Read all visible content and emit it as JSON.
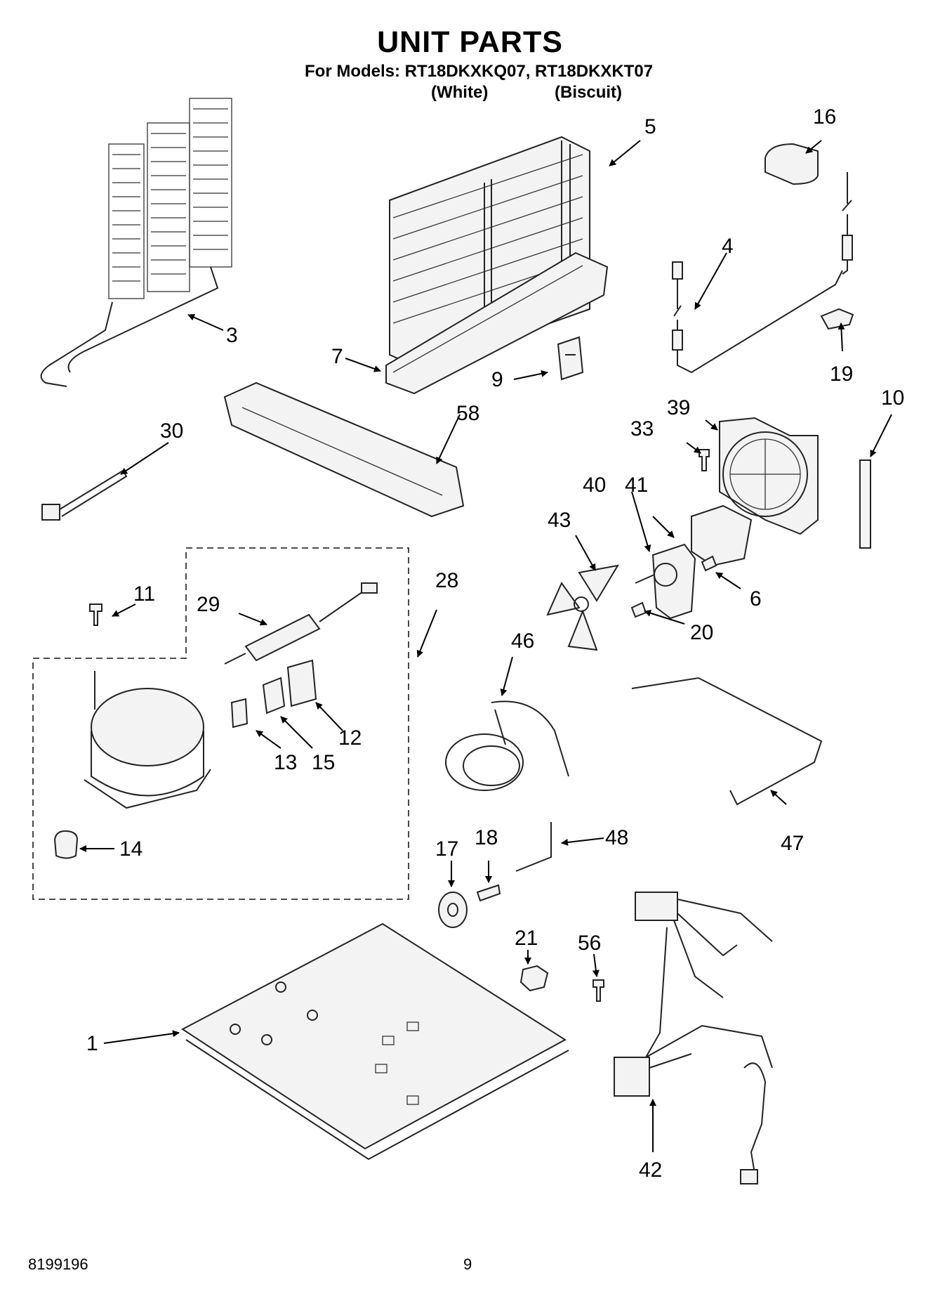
{
  "header": {
    "title": "UNIT PARTS",
    "models_line": "For Models: RT18DKXKQ07, RT18DKXKT07",
    "color_white": "(White)",
    "color_biscuit": "(Biscuit)"
  },
  "footer": {
    "doc_number": "8199196",
    "page_number": "9"
  },
  "callouts": {
    "c1": "1",
    "c3": "3",
    "c4": "4",
    "c5": "5",
    "c6": "6",
    "c7": "7",
    "c9": "9",
    "c10": "10",
    "c11": "11",
    "c12": "12",
    "c13": "13",
    "c14": "14",
    "c15": "15",
    "c16": "16",
    "c17": "17",
    "c18": "18",
    "c19": "19",
    "c20": "20",
    "c21": "21",
    "c28": "28",
    "c29": "29",
    "c30": "30",
    "c33": "33",
    "c39": "39",
    "c40": "40",
    "c41": "41",
    "c42": "42",
    "c43": "43",
    "c46": "46",
    "c47": "47",
    "c48": "48",
    "c56": "56",
    "c58": "58"
  }
}
